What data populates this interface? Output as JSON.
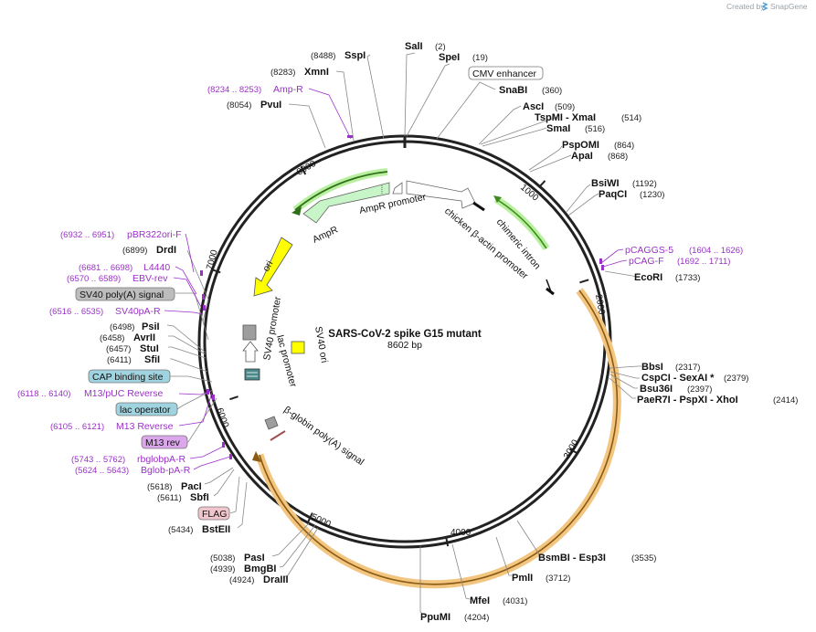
{
  "credit": {
    "created_by": "Created by",
    "brand": "SnapGene"
  },
  "plasmid": {
    "name": "SARS-CoV-2 spike G15 mutant",
    "length": "8602 bp"
  },
  "ring_ticks": [
    "1000",
    "2000",
    "3000",
    "4000",
    "5000",
    "6000",
    "7000",
    "8000"
  ],
  "enzymes": [
    {
      "name": "SalI",
      "pos": "(2)"
    },
    {
      "name": "SpeI",
      "pos": "(19)"
    },
    {
      "name": "SnaBI",
      "pos": "(360)"
    },
    {
      "name": "AscI",
      "pos": "(509)"
    },
    {
      "name": "TspMI - XmaI",
      "pos": "(514)"
    },
    {
      "name": "SmaI",
      "pos": "(516)"
    },
    {
      "name": "PspOMI",
      "pos": "(864)"
    },
    {
      "name": "ApaI",
      "pos": "(868)"
    },
    {
      "name": "BsiWI",
      "pos": "(1192)"
    },
    {
      "name": "PaqCI",
      "pos": "(1230)"
    },
    {
      "name": "EcoRI",
      "pos": "(1733)"
    },
    {
      "name": "BbsI",
      "pos": "(2317)"
    },
    {
      "name": "CspCI - SexAI *",
      "pos": "(2379)"
    },
    {
      "name": "Bsu36I",
      "pos": "(2397)"
    },
    {
      "name": "PaeR7I - PspXI - XhoI",
      "pos": "(2414)"
    },
    {
      "name": "BsmBI - Esp3I",
      "pos": "(3535)"
    },
    {
      "name": "PmlI",
      "pos": "(3712)"
    },
    {
      "name": "MfeI",
      "pos": "(4031)"
    },
    {
      "name": "PpuMI",
      "pos": "(4204)"
    },
    {
      "name": "DraIII",
      "pos": "(4924)"
    },
    {
      "name": "BmgBI",
      "pos": "(4939)"
    },
    {
      "name": "PasI",
      "pos": "(5038)"
    },
    {
      "name": "BstEII",
      "pos": "(5434)"
    },
    {
      "name": "SbfI",
      "pos": "(5611)"
    },
    {
      "name": "PacI",
      "pos": "(5618)"
    },
    {
      "name": "SfiI",
      "pos": "(6411)"
    },
    {
      "name": "StuI",
      "pos": "(6457)"
    },
    {
      "name": "AvrII",
      "pos": "(6458)"
    },
    {
      "name": "PsiI",
      "pos": "(6498)"
    },
    {
      "name": "DrdI",
      "pos": "(6899)"
    },
    {
      "name": "PvuI",
      "pos": "(8054)"
    },
    {
      "name": "XmnI",
      "pos": "(8283)"
    },
    {
      "name": "SspI",
      "pos": "(8488)"
    }
  ],
  "primers": [
    {
      "name": "pCAGGS-5",
      "range": "(1604 .. 1626)"
    },
    {
      "name": "pCAG-F",
      "range": "(1692 .. 1711)"
    },
    {
      "name": "Amp-R",
      "range": "(8234 .. 8253)"
    },
    {
      "name": "pBR322ori-F",
      "range": "(6932 .. 6951)"
    },
    {
      "name": "L4440",
      "range": "(6681 .. 6698)"
    },
    {
      "name": "EBV-rev",
      "range": "(6570 .. 6589)"
    },
    {
      "name": "SV40pA-R",
      "range": "(6516 .. 6535)"
    },
    {
      "name": "M13/pUC Reverse",
      "range": "(6118 .. 6140)"
    },
    {
      "name": "M13 Reverse",
      "range": "(6105 .. 6121)"
    },
    {
      "name": "rbglobpA-R",
      "range": "(5743 .. 5762)"
    },
    {
      "name": "Bglob-pA-R",
      "range": "(5624 .. 5643)"
    }
  ],
  "boxed_features": [
    {
      "name": "CMV enhancer",
      "color": "#ffffff"
    },
    {
      "name": "SV40 poly(A) signal",
      "color": "#bdbdbd"
    },
    {
      "name": "CAP binding site",
      "color": "#9fd3df"
    },
    {
      "name": "lac operator",
      "color": "#9fd3df"
    },
    {
      "name": "M13 rev",
      "color": "#dba6ec"
    },
    {
      "name": "FLAG",
      "color": "#f0c6cc"
    }
  ],
  "inner_features": {
    "ampr_promoter": "AmpR promoter",
    "ampr": "AmpR",
    "ori": "ori",
    "cb_promoter": "chicken β-actin promoter",
    "chimeric_intron": "chimeric intron",
    "sv40_promoter": "SV40 promoter",
    "sv40_ori": "SV40 ori",
    "lac_promoter": "lac promoter",
    "bglobin_polya": "β-globin poly(A) signal"
  },
  "colors": {
    "ampr": "#c8f5c8",
    "ori": "#ffff00",
    "intron": "#7ed957",
    "spike": "#f2c580",
    "primer": "#9b30c8",
    "backbone": "#222222"
  }
}
